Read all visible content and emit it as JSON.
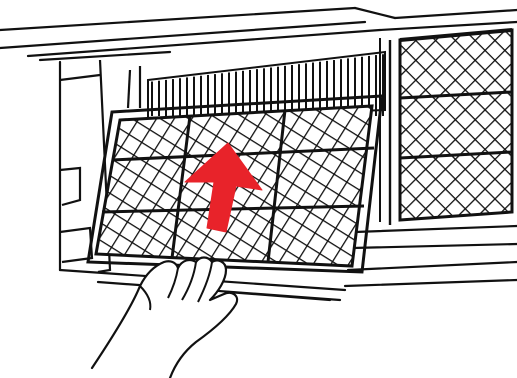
{
  "figure": {
    "subject": "air-conditioner-filter-removal",
    "action_arrow_direction": "up",
    "colors": {
      "line": "#111111",
      "background": "#ffffff",
      "arrow": "#e8232a"
    },
    "icons": [
      "air-conditioner-unit",
      "filter-mesh",
      "hand",
      "up-arrow-icon"
    ]
  }
}
